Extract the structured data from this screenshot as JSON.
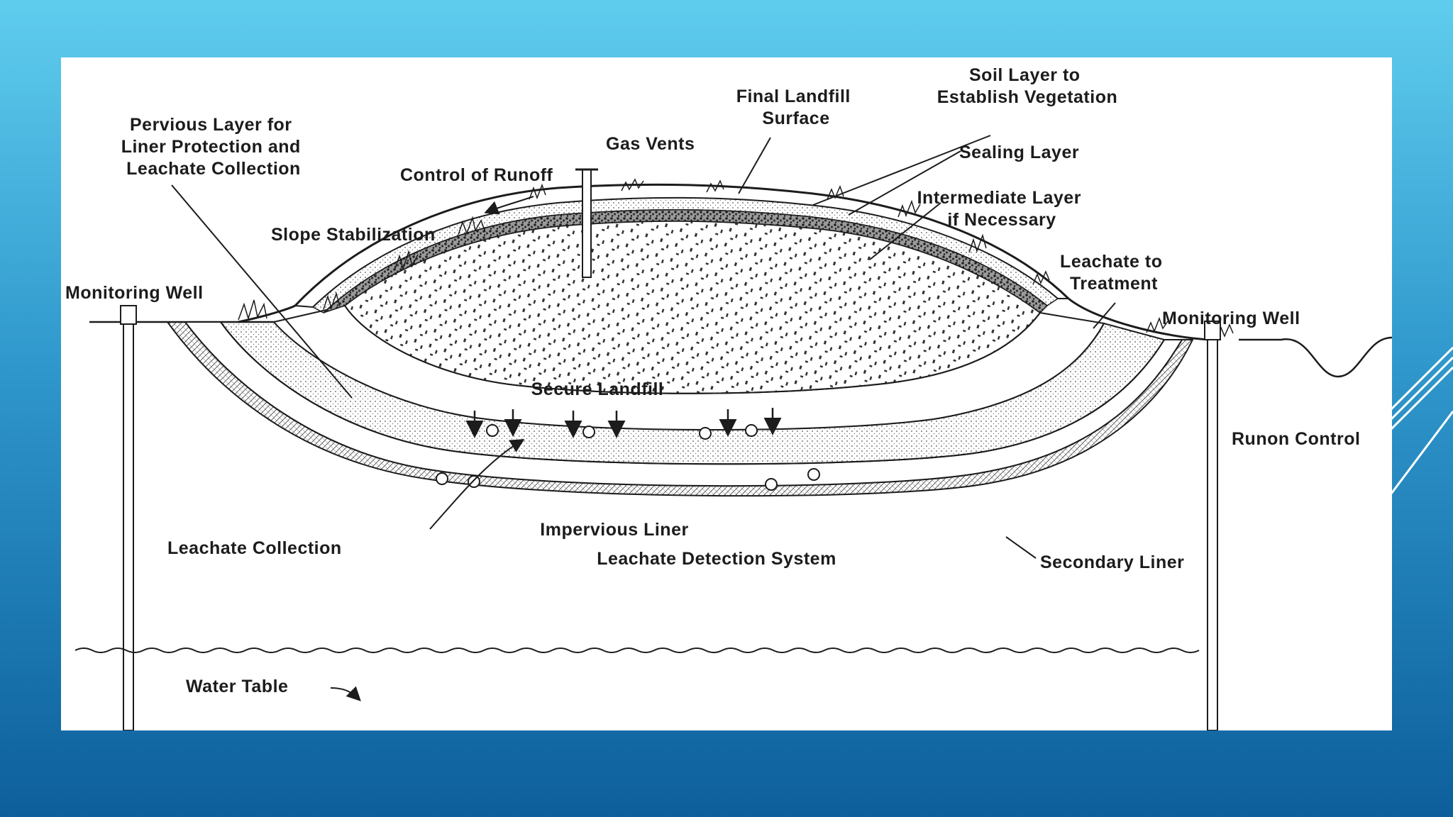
{
  "labels": {
    "pervious_layer": [
      "Pervious Layer for",
      "Liner Protection and",
      "Leachate Collection"
    ],
    "control_runoff": "Control of Runoff",
    "gas_vents": "Gas Vents",
    "final_surface": [
      "Final Landfill",
      "Surface"
    ],
    "soil_layer": [
      "Soil Layer to",
      "Establish Vegetation"
    ],
    "sealing_layer": "Sealing Layer",
    "intermediate_layer": [
      "Intermediate Layer",
      "if Necessary"
    ],
    "slope_stabilization": "Slope Stabilization",
    "leachate_treatment": [
      "Leachate to",
      "Treatment"
    ],
    "monitoring_well_left": "Monitoring Well",
    "monitoring_well_right": "Monitoring Well",
    "runon_control": "Runon Control",
    "secure_landfill": "Secure Landfill",
    "impervious_liner": "Impervious Liner",
    "leachate_collection": "Leachate Collection",
    "leachate_detection": "Leachate Detection System",
    "secondary_liner": "Secondary Liner",
    "water_table": "Water Table"
  },
  "colors": {
    "background_top": "#5fcdee",
    "background_bottom": "#0d5f9b",
    "panel": "#ffffff",
    "ink": "#1c1c1c"
  }
}
